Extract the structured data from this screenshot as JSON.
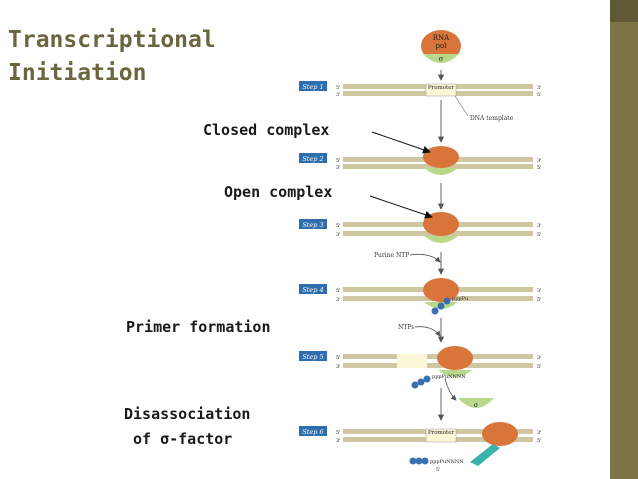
{
  "slide": {
    "title_line1": "Transcriptional",
    "title_line2": "Initiation",
    "colors": {
      "title": "#6b6640",
      "band": "#7a7446"
    }
  },
  "labels": {
    "closed_complex": "Closed complex",
    "open_complex": "Open complex",
    "primer_formation": "Primer formation",
    "disassociation_line1": "Disassociation",
    "disassociation_line2": "of σ-factor"
  },
  "figure": {
    "rna_pol_line1": "RNA",
    "rna_pol_line2": "pol",
    "sigma": "σ",
    "promoter": "Promoter",
    "dna_template": "DNA template",
    "purine_ntp": "Purine NTP",
    "ntps": "NTPs",
    "strand_top_left": "5'",
    "strand_bottom_left": "3'",
    "strand_top_right": "3'",
    "strand_bottom_right": "5'",
    "steps": [
      "Step 1",
      "Step 2",
      "Step 3",
      "Step 4",
      "Step 5",
      "Step 6"
    ],
    "primer_step4": "pppPu",
    "primer_step5": "pppPuNNNN",
    "primer_step6": "pppPuNNNN",
    "primer_5prime": "5'",
    "colors": {
      "polymerase": "#d9743a",
      "sigma": "#b8d88c",
      "step_tag": "#2e6db0",
      "dna": "#cfc6a2",
      "primer": "#3a6fb0",
      "rna": "#3ab3a8"
    }
  }
}
